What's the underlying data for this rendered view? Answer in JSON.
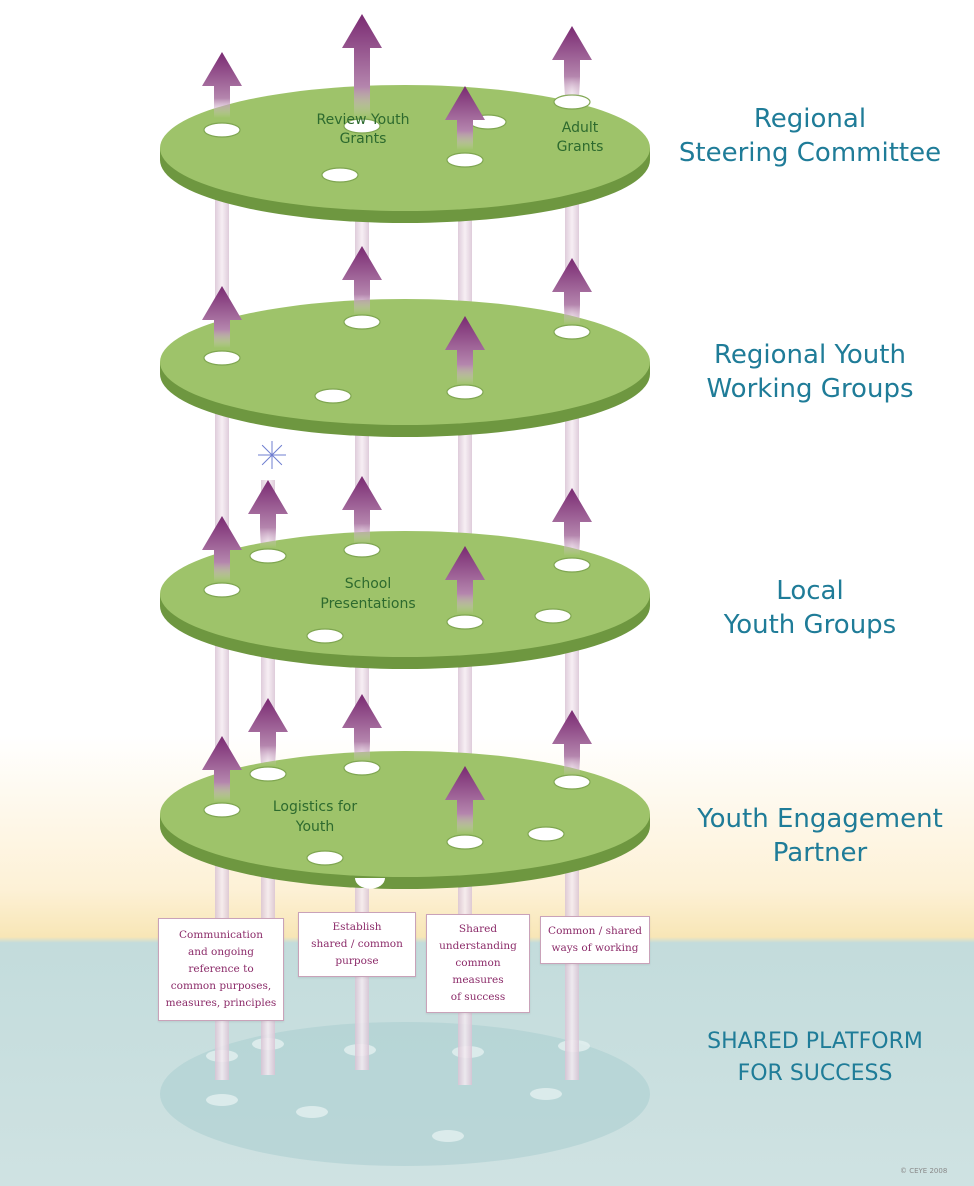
{
  "levels": [
    {
      "label_lines": [
        "Regional",
        "Steering Committee"
      ]
    },
    {
      "label_lines": [
        "Regional Youth",
        "Working Groups"
      ]
    },
    {
      "label_lines": [
        "Local",
        "Youth Groups"
      ]
    },
    {
      "label_lines": [
        "Youth Engagement",
        "Partner"
      ]
    },
    {
      "label_lines": [
        "SHARED PLATFORM",
        "FOR SUCCESS"
      ]
    }
  ],
  "disc_labels": [
    {
      "lines": [
        "Review Youth",
        "Grants"
      ]
    },
    {
      "lines": [
        "Adult",
        "Grants"
      ]
    },
    {
      "lines": [
        "School",
        "Presentations"
      ]
    },
    {
      "lines": [
        "Logistics for",
        "Youth"
      ]
    }
  ],
  "notes": [
    {
      "lines": [
        "Communication",
        "and ongoing",
        "reference to",
        "common purposes,",
        "measures, principles"
      ]
    },
    {
      "lines": [
        "Establish",
        "shared / common",
        "purpose"
      ]
    },
    {
      "lines": [
        "Shared",
        "understanding",
        "common",
        "measures",
        "of success"
      ]
    },
    {
      "lines": [
        "Common / shared",
        "ways of working"
      ]
    }
  ],
  "copyright": "© CEYE 2008",
  "colors": {
    "disc_fill": "#9ec36a",
    "disc_edge": "#6e9740",
    "arrow_top": "#7a2a72",
    "label_blue": "#1f7c98",
    "disc_text": "#2d6a2e",
    "note_text": "#8c2c6a",
    "platform_tint": "#a9cdd0"
  }
}
